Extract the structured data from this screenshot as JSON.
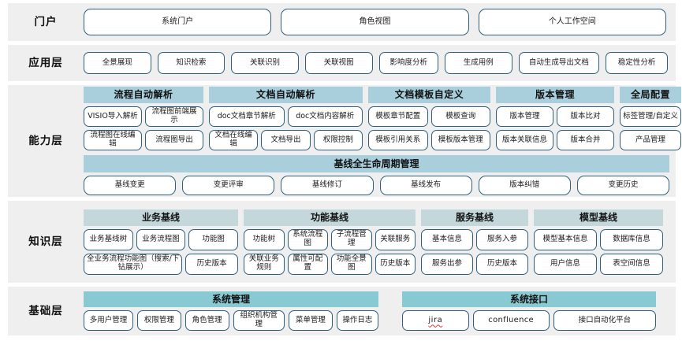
{
  "rows": [
    {
      "label": "门户",
      "items": [
        "系统门户",
        "角色视图",
        "个人工作空间"
      ]
    },
    {
      "label": "应用层",
      "items": [
        "全景展现",
        "知识检索",
        "关联识别",
        "关联视图",
        "影响度分析",
        "生成用例",
        "自动生成导出文档",
        "稳定性分析"
      ]
    },
    {
      "label": "能力层",
      "groups": [
        {
          "title": "流程自动解析",
          "rows": [
            [
              "VISIO导入解析",
              "流程图前端展示"
            ],
            [
              "流程图在线编辑",
              "流程图导出"
            ]
          ]
        },
        {
          "title": "文档自动解析",
          "rows": [
            [
              "doc文档章节解析",
              "doc文档内容解析"
            ],
            [
              "文档在线编辑",
              "文档导出",
              "权限控制"
            ]
          ]
        },
        {
          "title": "文档模板自定义",
          "rows": [
            [
              "模板章节配置",
              "模板查询"
            ],
            [
              "模板引用关系",
              "模板版本管理"
            ]
          ]
        },
        {
          "title": "版本管理",
          "rows": [
            [
              "版本管理",
              "版本比对"
            ],
            [
              "版本关联信息",
              "版本合并"
            ]
          ]
        },
        {
          "title": "全局配置",
          "rows": [
            [
              "标签管理/自定义"
            ],
            [
              "产品管理"
            ]
          ]
        }
      ],
      "baseline": {
        "title": "基线全生命周期管理",
        "items": [
          "基线变更",
          "变更评审",
          "基线修订",
          "基线发布",
          "版本纠错",
          "变更历史"
        ]
      }
    },
    {
      "label": "知识层",
      "groups": [
        {
          "title": "业务基线",
          "rows": [
            [
              "业务基线树",
              "业务流程图",
              "功能图"
            ],
            [
              "全业务流程功能图（搜索/下钻展示）",
              "历史版本"
            ]
          ]
        },
        {
          "title": "功能基线",
          "rows": [
            [
              "功能树",
              "系统流程图",
              "子流程管理",
              "关联服务"
            ],
            [
              "关联业务规则",
              "属性可配置",
              "功能全景图",
              "历史版本"
            ]
          ]
        },
        {
          "title": "服务基线",
          "rows": [
            [
              "基本信息",
              "服务入参"
            ],
            [
              "服务出参",
              "历史版本"
            ]
          ]
        },
        {
          "title": "模型基线",
          "rows": [
            [
              "模型基本信息",
              "数据库信息"
            ],
            [
              "用户信息",
              "表空间信息"
            ]
          ]
        }
      ]
    },
    {
      "label": "基础层",
      "groups": [
        {
          "title": "系统管理",
          "rows": [
            [
              "多用户管理",
              "权限管理",
              "角色管理",
              "组织机构管理",
              "菜单管理",
              "操作日志"
            ]
          ]
        },
        {
          "title": "系统接口",
          "rows": [
            [
              "jira",
              "confluence",
              "接口自动化平台"
            ]
          ]
        }
      ]
    }
  ],
  "colors": {
    "row_background": "#efefef",
    "capability_header": "#a9cfdd",
    "knowledge_header": "#c4d8dc",
    "foundation_header": "#88c9d2",
    "button_border": "#2f5f7e",
    "page_background": "#ffffff"
  }
}
